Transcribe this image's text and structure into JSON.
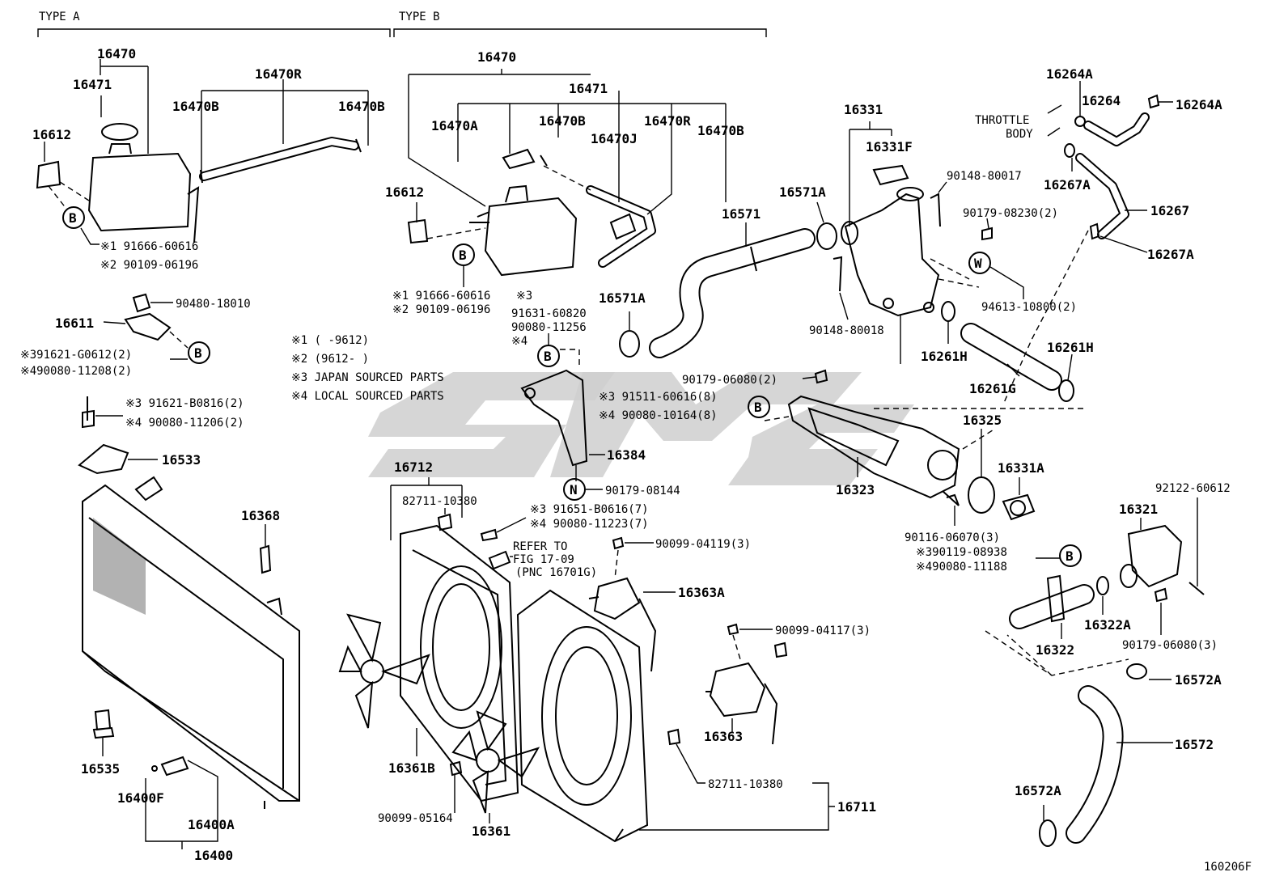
{
  "diagram": {
    "code": "160206F",
    "sections": {
      "type_a": "TYPE A",
      "type_b": "TYPE B"
    },
    "notes": {
      "n1": "※1 (    -9612)",
      "n2": "※2 (9612-    )",
      "n3": "※3 JAPAN SOURCED PARTS",
      "n4": "※4 LOCAL SOURCED PARTS"
    },
    "refer": {
      "l1": "REFER TO",
      "l2": "FIG 17-09",
      "l3": "(PNC 16701G)"
    },
    "throttle": {
      "l1": "THROTTLE",
      "l2": "BODY"
    },
    "circles": {
      "b": "B",
      "w": "W",
      "n": "N"
    },
    "labels": {
      "a_16470": "16470",
      "a_16471": "16471",
      "a_16470r": "16470R",
      "a_16470b_l": "16470B",
      "a_16470b_r": "16470B",
      "a_16612": "16612",
      "a_x1": "※1 91666-60616",
      "a_x2": "※2 90109-06196",
      "p_9048018010": "90480-18010",
      "p_16611": "16611",
      "p_x3a": "※391621-G0612(2)",
      "p_x4a": "※490080-11208(2)",
      "p_x3b": "※3 91621-B0816(2)",
      "p_x4b": "※4 90080-11206(2)",
      "p_16533": "16533",
      "p_16368": "16368",
      "p_16535": "16535",
      "p_16400f": "16400F",
      "p_16400a": "16400A",
      "p_16400": "16400",
      "b_16470": "16470",
      "b_16471": "16471",
      "b_16470a": "16470A",
      "b_16470b1": "16470B",
      "b_16470r": "16470R",
      "b_16470b2": "16470B",
      "b_16470j": "16470J",
      "b_16612": "16612",
      "b_x1": "※1 91666-60616",
      "b_x3": "※3",
      "b_x2": "※2 90109-06196",
      "b_9163160820": "91631-60820",
      "b_9008011256": "90080-11256",
      "b_x4": "※4",
      "b_x3c": "※3 91511-60616(8)",
      "b_x4c": "※4 90080-10164(8)",
      "b_16384": "16384",
      "b_9017908144": "90179-08144",
      "f_16712": "16712",
      "f_8271110380a": "82711-10380",
      "f_x3": "※3 91651-B0616(7)",
      "f_x4": "※4 90080-11223(7)",
      "f_9009904119": "90099-04119(3)",
      "f_16363a": "16363A",
      "f_9009904117": "90099-04117(3)",
      "f_16363": "16363",
      "f_8271110380b": "82711-10380",
      "f_16711": "16711",
      "f_16361b": "16361B",
      "f_9009905164": "90099-05164",
      "f_16361": "16361",
      "h_16571": "16571",
      "h_16571a1": "16571A",
      "h_16571a2": "16571A",
      "h_16331": "16331",
      "h_16331f": "16331F",
      "h_9014880017": "90148-80017",
      "h_9017908230": "90179-08230(2)",
      "h_9461310800": "94613-10800(2)",
      "h_9014880018": "90148-80018",
      "h_16261h1": "16261H",
      "h_16261h2": "16261H",
      "h_16261g": "16261G",
      "h_9017906080a": "90179-06080(2)",
      "h_16325": "16325",
      "h_16323": "16323",
      "h_16331a": "16331A",
      "h_9011606070": "90116-06070(3)",
      "h_x3": "※390119-08938",
      "h_x4": "※490080-11188",
      "t_16264a1": "16264A",
      "t_16264": "16264",
      "t_16264a2": "16264A",
      "t_16267a1": "16267A",
      "t_16267": "16267",
      "t_16267a2": "16267A",
      "r_9212260612": "92122-60612",
      "r_16321": "16321",
      "r_16322a": "16322A",
      "r_16322": "16322",
      "r_9017906080": "90179-06080(3)",
      "r_16572a1": "16572A",
      "r_16572": "16572",
      "r_16572a2": "16572A"
    }
  }
}
